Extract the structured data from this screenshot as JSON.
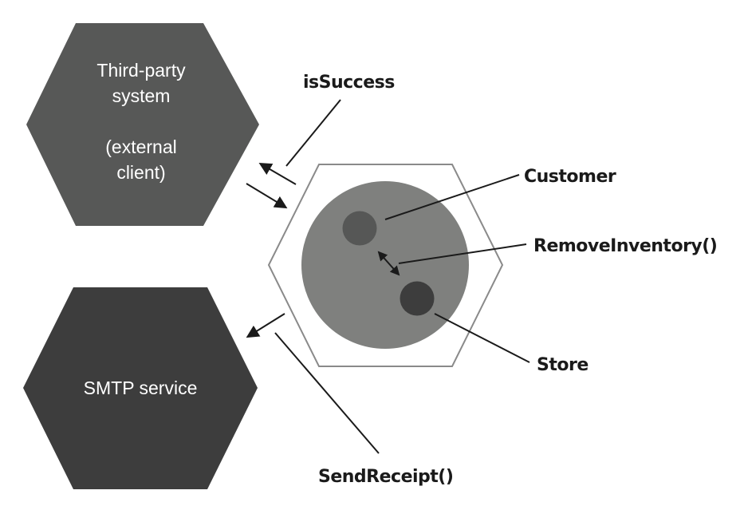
{
  "colors": {
    "third_party_hex": "#575857",
    "smtp_hex": "#3d3d3d",
    "core_hex_stroke": "#8a8a8a",
    "domain_circle": "#7f807e",
    "customer_circle": "#565756",
    "store_circle": "#3d3d3d",
    "line": "#1a1a1a"
  },
  "third_party": {
    "lines": [
      "Third-party",
      "system",
      "",
      "(external",
      "client)"
    ]
  },
  "smtp": {
    "label": "SMTP service"
  },
  "callouts": {
    "is_success": "isSuccess",
    "customer": "Customer",
    "remove_inventory": "RemoveInventory()",
    "store": "Store",
    "send_receipt": "SendReceipt()"
  }
}
